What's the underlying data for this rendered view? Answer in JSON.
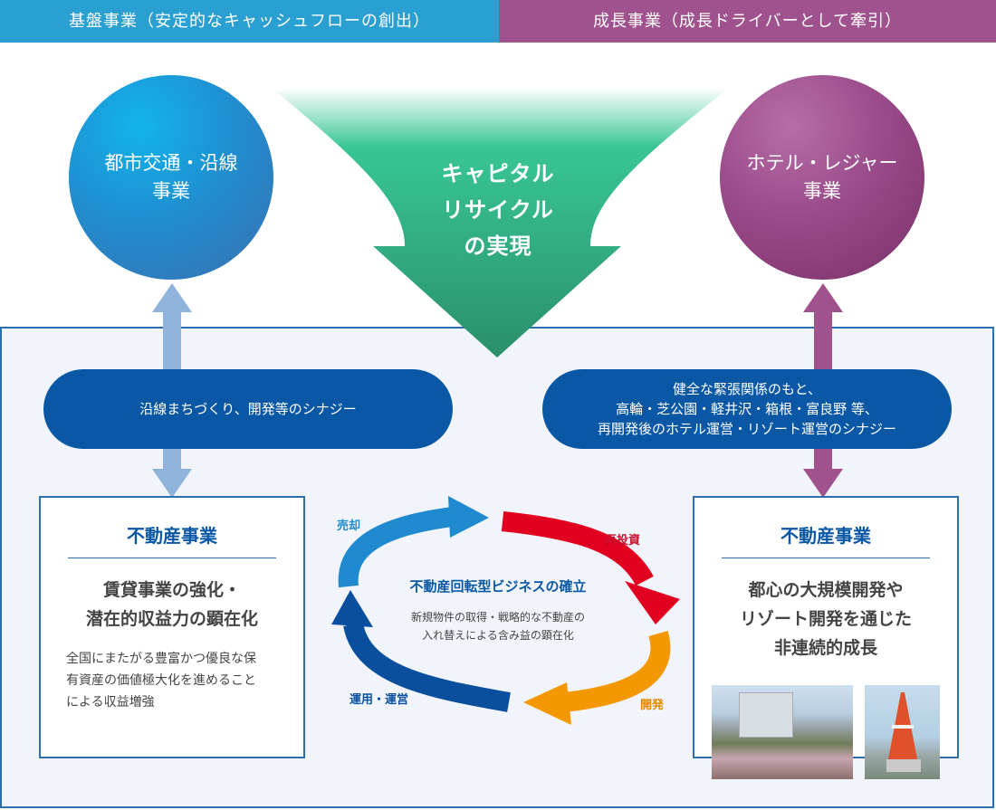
{
  "header": {
    "left": "基盤事業（安定的なキャッシュフローの創出）",
    "right": "成長事業（成長ドライバーとして牽引）"
  },
  "circles": {
    "left": "都市交通・沿線\n事業",
    "right": "ホテル・レジャー\n事業"
  },
  "funnel": {
    "text": "キャピタル\nリサイクル\nの実現"
  },
  "synergy": {
    "left": "沿線まちづくり、開発等のシナジー",
    "right": "健全な緊張関係のもと、\n高輪・芝公園・軽井沢・箱根・富良野 等、\n再開発後のホテル運営・リゾート運営のシナジー"
  },
  "box_left": {
    "title": "不動産事業",
    "heading": "賃貸事業の強化・\n潜在的収益力の顕在化",
    "description": "全国にまたがる豊富かつ優良な保\n有資産の価値極大化を進めること\nによる収益増強"
  },
  "box_right": {
    "title": "不動産事業",
    "heading": "都心の大規模開発や\nリゾート開発を通じた\n非連続的成長"
  },
  "cycle": {
    "title": "不動産回転型ビジネスの確立",
    "description": "新規物件の取得・戦略的な不動産の\n入れ替えによる含み益の顕在化",
    "labels": {
      "sell": "売却",
      "reinvest": "再投資",
      "develop": "開発",
      "operate": "運用・運営"
    }
  },
  "colors": {
    "base_blue": "#2a9fd2",
    "growth_purple": "#a0528f",
    "navy": "#0a58a5",
    "funnel_green": "#2ec38e",
    "arrow_blue_light": "#1f8ad0",
    "arrow_red": "#e1001f",
    "arrow_orange": "#f39800",
    "arrow_blue_dark": "#0a4f9e"
  }
}
